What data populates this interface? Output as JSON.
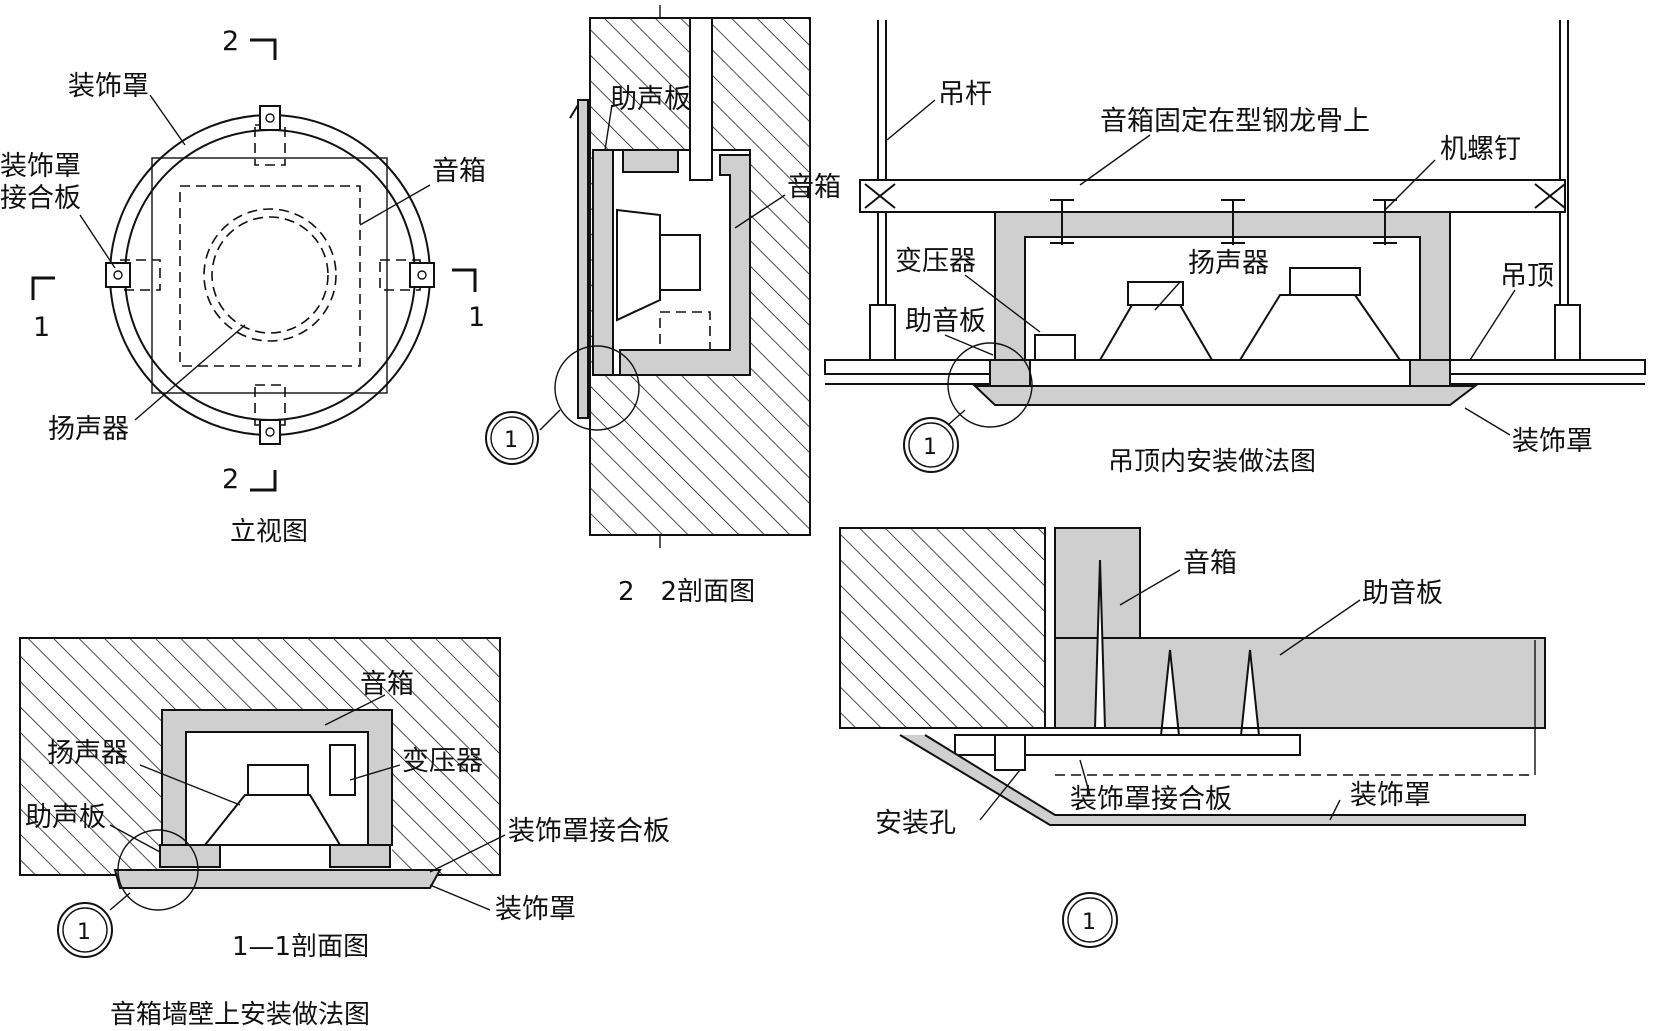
{
  "elevation": {
    "title": "立视图",
    "labels": {
      "cover": "装饰罩",
      "cover_plate": [
        "装饰罩",
        "接合板"
      ],
      "box": "音箱",
      "speaker": "扬声器"
    },
    "section_marks": {
      "top": "2",
      "bottom": "2",
      "left": "1",
      "right": "1"
    }
  },
  "section22": {
    "title": "2　2剖面图",
    "labels": {
      "baffle": "助声板",
      "box": "音箱"
    },
    "detail_ref": "1"
  },
  "ceiling": {
    "title": "吊顶内安装做法图",
    "labels": {
      "rod": "吊杆",
      "fix_note": "音箱固定在型钢龙骨上",
      "screw": "机螺钉",
      "transformer": "变压器",
      "speaker": "扬声器",
      "ceiling": "吊顶",
      "baffle": "助音板",
      "cover": "装饰罩"
    },
    "detail_ref": "1"
  },
  "section11": {
    "title": "1—1剖面图",
    "subtitle": "音箱墙壁上安装做法图",
    "labels": {
      "box": "音箱",
      "speaker": "扬声器",
      "transformer": "变压器",
      "baffle": "助声板",
      "cover_plate": "装饰罩接合板",
      "cover": "装饰罩"
    },
    "detail_ref": "1"
  },
  "detail1": {
    "title": "1",
    "labels": {
      "box": "音箱",
      "baffle": "助音板",
      "cover_plate": "装饰罩接合板",
      "cover": "装饰罩",
      "hole": "安装孔"
    }
  }
}
